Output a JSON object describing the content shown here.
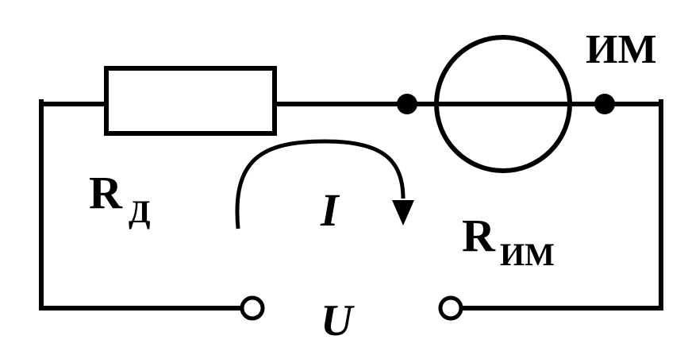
{
  "diagram": {
    "meter_label": "ИМ",
    "resistor_main": "R",
    "resistor_sub": "Д",
    "meter_resistance_main": "R",
    "meter_resistance_sub": "ИМ",
    "current_label": "I",
    "voltage_label": "U"
  }
}
